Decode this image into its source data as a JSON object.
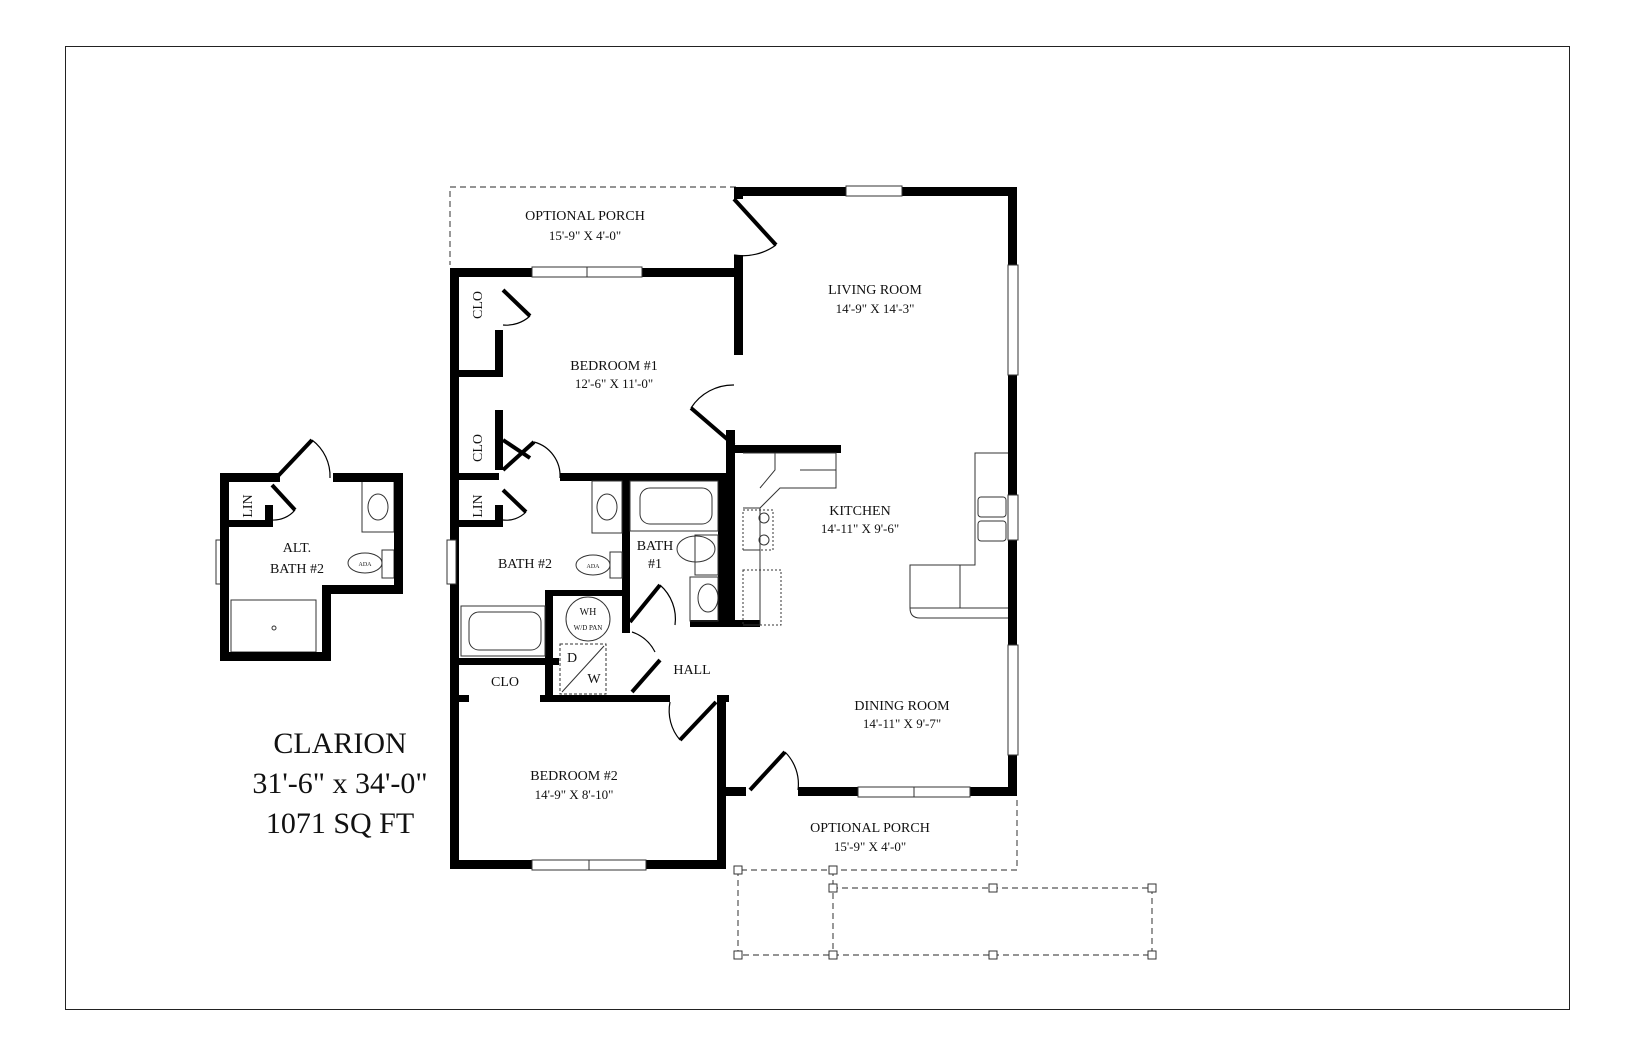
{
  "plan": {
    "name": "CLARION",
    "overall_dimensions": "31'-6\" x 34'-0\"",
    "area": "1071 SQ FT"
  },
  "rooms": {
    "porch_top": {
      "name": "OPTIONAL PORCH",
      "size": "15'-9\" X 4'-0\""
    },
    "living_room": {
      "name": "LIVING ROOM",
      "size": "14'-9\" X 14'-3\""
    },
    "bedroom1": {
      "name": "BEDROOM #1",
      "size": "12'-6\" X 11'-0\""
    },
    "kitchen": {
      "name": "KITCHEN",
      "size": "14'-11\" X 9'-6\""
    },
    "bath2": {
      "name": "BATH #2"
    },
    "bath1": {
      "name_line1": "BATH",
      "name_line2": "#1"
    },
    "hall": {
      "name": "HALL"
    },
    "dining_room": {
      "name": "DINING ROOM",
      "size": "14'-11\" X 9'-7\""
    },
    "bedroom2": {
      "name": "BEDROOM #2",
      "size": "14'-9\" X 8'-10\""
    },
    "porch_bottom": {
      "name": "OPTIONAL PORCH",
      "size": "15'-9\" X 4'-0\""
    },
    "alt_bath2": {
      "name_line1": "ALT.",
      "name_line2": "BATH #2"
    }
  },
  "closets": {
    "clo_label": "CLO",
    "lin_label": "LIN"
  },
  "fixtures": {
    "water_heater": "WH",
    "wd_pan": "W/D PAN",
    "dryer": "D",
    "washer": "W",
    "ada": "ADA"
  }
}
